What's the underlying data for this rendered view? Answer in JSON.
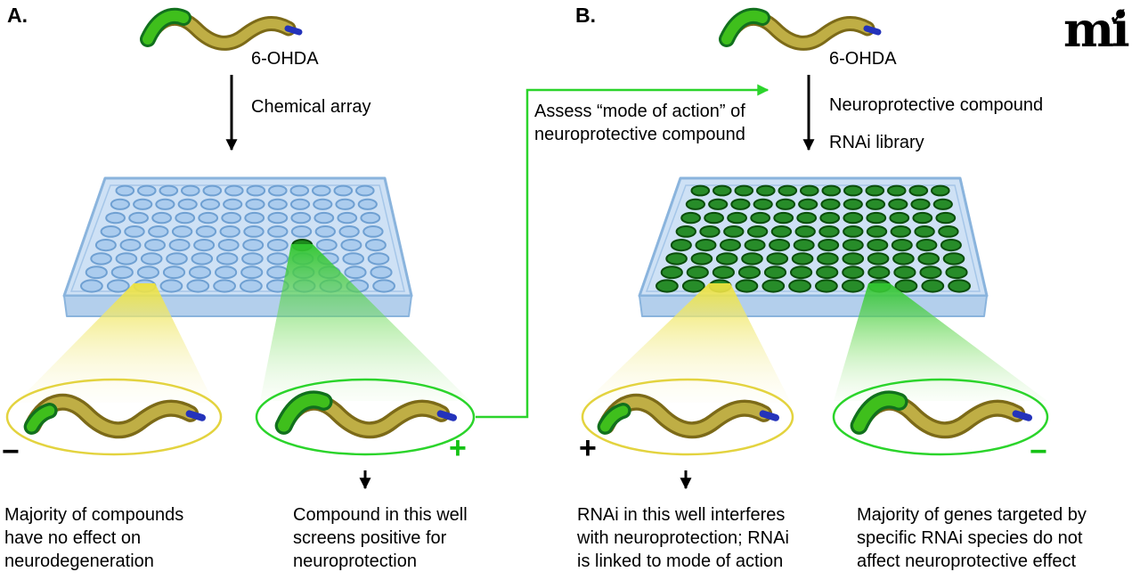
{
  "figure": {
    "panel_a": {
      "label": "A.",
      "treatment_labels": [
        "6-OHDA",
        "Chemical array"
      ],
      "result_negative": {
        "sign": "−",
        "caption": "Majority of compounds\nhave no effect on\nneurodegeneration"
      },
      "result_positive": {
        "sign": "+",
        "caption": "Compound in this well\nscreens positive for\nneuroprotection"
      }
    },
    "connector": {
      "caption": "Assess “mode of action” of\nneuroprotective compound"
    },
    "panel_b": {
      "label": "B.",
      "treatment_labels": [
        "6-OHDA",
        "Neuroprotective compound",
        "RNAi library"
      ],
      "result_positive": {
        "sign": "+",
        "caption": "RNAi in this well interferes\nwith neuroprotection; RNAi\nis linked to mode of action"
      },
      "result_negative": {
        "sign": "−",
        "caption": "Majority of genes targeted by\nspecific RNAi species do not\naffect neuroprotective effect"
      }
    },
    "logo": {
      "text": "mi",
      "check": "✓"
    }
  },
  "plates": {
    "rows": 8,
    "cols": 12,
    "a": {
      "well_fill": "#a3c7ec",
      "well_stroke": "#6fa0d2",
      "well_opacity": 0.8,
      "special_well": {
        "row": 4,
        "col": 8,
        "fill": "#1c8a1c",
        "stroke": "#0b4d0b"
      }
    },
    "b": {
      "well_fill": "#1e871e",
      "well_stroke": "#0b4d0b",
      "well_opacity": 0.95
    }
  },
  "colors": {
    "ring_yellow": "#e3d33f",
    "ring_green": "#2bd42b",
    "connector_green": "#2bd42b",
    "sign_green": "#15c215",
    "arrow_black": "#000000",
    "beam_yellow": "#eee23a",
    "beam_green": "#2fc52f",
    "worm_body": "#bfae45",
    "worm_head_green": "#3fbf1c",
    "worm_tail_blue": "#2433bb",
    "plate_body_blue": "#cbdff4"
  }
}
